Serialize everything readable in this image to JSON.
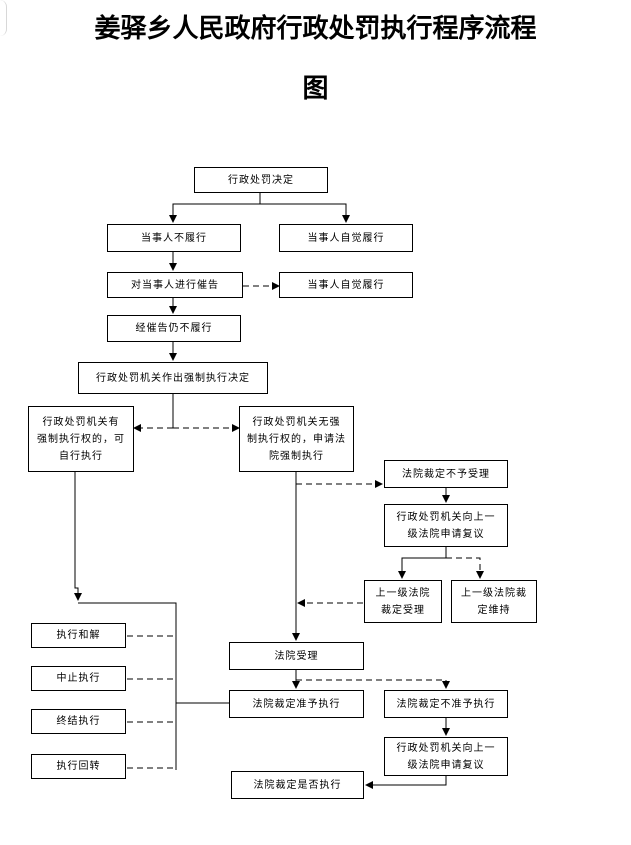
{
  "title": {
    "line1": "姜驿乡人民政府行政处罚执行程序流程",
    "line2": "图"
  },
  "nodes": {
    "decision": "行政处罚决定",
    "party_not_perform": "当事人不履行",
    "party_voluntary_1": "当事人自觉履行",
    "notice": "对当事人进行催告",
    "party_voluntary_2": "当事人自觉履行",
    "still_not_perform": "经催告仍不履行",
    "enforce_decision": "行政处罚机关作出强制执行决定",
    "has_power": [
      "行政处罚机关有",
      "强制执行权的，可",
      "自行执行"
    ],
    "no_power": [
      "行政处罚机关无强",
      "制执行权的，申请法",
      "院强制执行"
    ],
    "court_not_accept": "法院裁定不予受理",
    "reconsider_1": [
      "行政处罚机关向上一",
      "级法院申请复议"
    ],
    "upper_accept": [
      "上一级法院",
      "裁定受理"
    ],
    "upper_maintain": [
      "上一级法院裁",
      "定维持"
    ],
    "court_accept": "法院受理",
    "court_enforce": "法院裁定准予执行",
    "court_not_enforce": "法院裁定不准予执行",
    "reconsider_2": [
      "行政处罚机关向上一",
      "级法院申请复议"
    ],
    "court_whether": "法院裁定是否执行",
    "settlement": "执行和解",
    "suspend": "中止执行",
    "terminate": "终结执行",
    "reversal": "执行回转"
  }
}
